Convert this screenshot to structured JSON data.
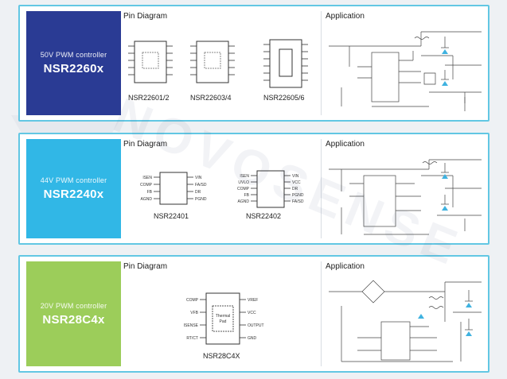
{
  "section_labels": {
    "pin": "Pin Diagram",
    "app": "Application"
  },
  "products": [
    {
      "subtitle": "50V PWM controller",
      "name": "NSR2260x",
      "color": "#2a3b94",
      "packages": [
        "NSR22601/2",
        "NSR22603/4",
        "NSR22605/6"
      ]
    },
    {
      "subtitle": "44V PWM controller",
      "name": "NSR2240x",
      "color": "#31b7e6",
      "packages": [
        "NSR22401",
        "NSR22402"
      ],
      "pins_22401": {
        "left": [
          "ISEN",
          "COMP",
          "FB",
          "AGND"
        ],
        "right": [
          "VIN",
          "FA/SD",
          "DR",
          "PGND"
        ]
      },
      "pins_22402": {
        "left": [
          "ISEN",
          "UVLO",
          "COMP",
          "FB",
          "AGND"
        ],
        "right": [
          "VIN",
          "VCC",
          "DR",
          "PGND",
          "FA/SD"
        ]
      }
    },
    {
      "subtitle": "20V PWM controller",
      "name": "NSR28C4x",
      "color": "#9ccd5a",
      "packages": [
        "NSR28C4X"
      ],
      "pins": {
        "left": [
          "COMP",
          "VFB",
          "ISENSE",
          "RT/CT"
        ],
        "right": [
          "VREF",
          "VCC",
          "OUTPUT",
          "GND"
        ]
      },
      "pad_label_1": "Thermal",
      "pad_label_2": "Pad"
    }
  ],
  "watermark": "NOVOSENSE"
}
